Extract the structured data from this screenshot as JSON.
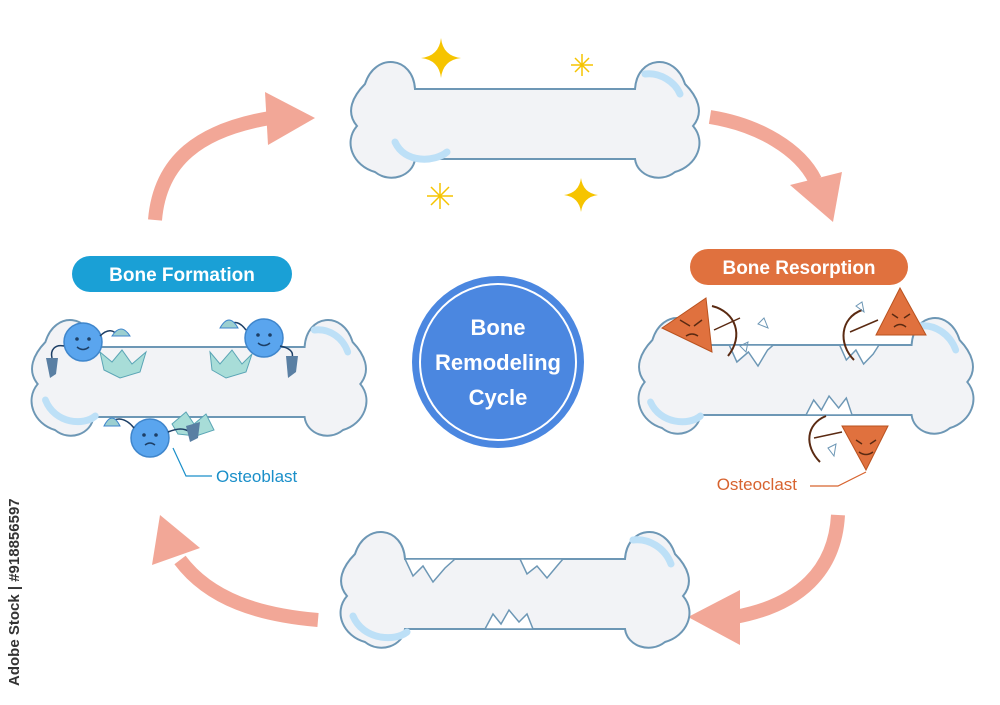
{
  "center": {
    "line1": "Bone",
    "line2": "Remodeling",
    "line3": "Cycle"
  },
  "labels": {
    "formation": "Bone Formation",
    "resorption": "Bone Resorption",
    "osteoblast": "Osteoblast",
    "osteoclast": "Osteoclast"
  },
  "watermark": "Adobe Stock | #918856597",
  "colors": {
    "arrow": "#f2a797",
    "formation_pill": "#1aa0d6",
    "resorption_pill": "#e0713e",
    "center_circle": "#4b87e0",
    "osteoblast_cell": "#5aa5ee",
    "osteoclast_cell": "#e0713e",
    "bone_outline": "#6d97b5",
    "bone_fill": "#f2f3f6",
    "sparkle": "#f6c400",
    "osteoblast_text": "#1a8fc9",
    "osteoclast_text": "#d7632f"
  },
  "icons": [
    "sparkle-icon",
    "osteoblast-cell-icon",
    "osteoclast-cell-icon",
    "cycle-arrow-icon"
  ]
}
